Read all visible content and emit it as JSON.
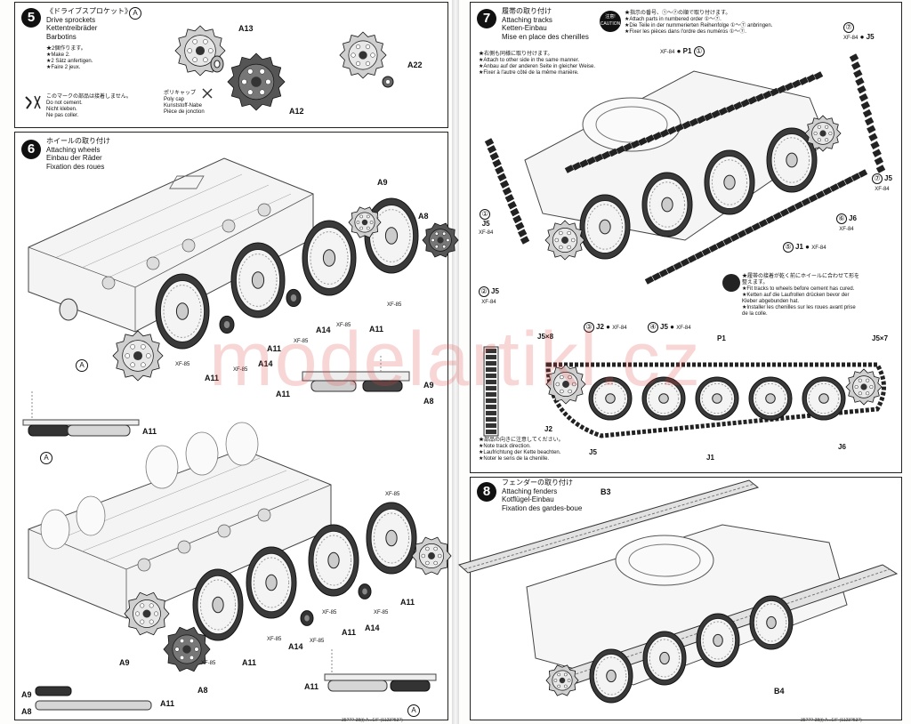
{
  "watermark": "modelartikl.cz",
  "step5": {
    "number": "5",
    "title": "《ドライブスプロケット》\nDrive sprockets\nKettentreibräder\nBarbotins",
    "mark": "A",
    "make_note": "★2個作ります。\n★Make 2.\n★2 Sätz anfertigen.\n★Faire 2 jeux.",
    "cement_note": "このマークの部品は接着しません。\nDo not cement.\nNicht kleben.\nNe pas coller.",
    "polycap_note": "ポリキャップ\nPoly cap\nKunststoff-Nabe\nPièce de jonction",
    "labels": [
      "A13",
      "A12",
      "A22"
    ]
  },
  "step6": {
    "number": "6",
    "title": "ホイールの取り付け\nAttaching wheels\nEinbau der Räder\nFixation des roues",
    "labels": {
      "a9": "A9",
      "a8": "A8",
      "a11": "A11",
      "a14": "A14",
      "xf85": "XF-85",
      "mark_a": "A"
    }
  },
  "step7": {
    "number": "7",
    "title": "履帯の取り付け\nAttaching tracks\nKetten-Einbau\nMise en place des chenilles",
    "caution_label": "注意!\nCAUTION",
    "caution_text": "★指示の番号、①〜⑦の順で取り付けます。\n★Attach parts in numbered order ①〜⑦.\n★Die Teile in der nummerierten Reihenfolge ①〜⑦ anbringen.\n★Fixer les pièces dans l'ordre des numéros ①〜⑦.",
    "other_side": "★右側も同様に取り付けます。\n★Attach to other side in the same manner.\n★Anbau auf der anderen Seite in gleicher Weise.\n★Fixer à l'autre côté de la même manière.",
    "fit_note": "★履帯の接着が乾く前にホイールに合わせて形を\n整えます。\n★Fit tracks to wheels before cement has cured.\n★Ketten auf die Laufrollen drücken bevor der\nKleber abgebunden hat.\n★Installer les chenilles sur les roues avant prise\nde la colle.",
    "direction_note": "★部品の向きに注意してください。\n★Note track direction.\n★Laufrichtung der Kette beachten.\n★Noter le sens de la chenille.",
    "parts": {
      "p1": "P1",
      "j1": "J1",
      "j2": "J2",
      "j5": "J5",
      "j6": "J6",
      "xf84": "XF-84",
      "j5x8": "J5×8",
      "j5x7": "J5×7",
      "n1": "①",
      "n2": "②",
      "n3": "③",
      "n4": "④",
      "n5": "⑤",
      "n6": "⑥",
      "n7": "⑦"
    }
  },
  "step8": {
    "number": "8",
    "title": "フェンダーの取り付け\nAttaching fenders\nKotflügel-Einbau\nFixation des gardes-boue",
    "labels": {
      "b3": "B3",
      "b4": "B4"
    }
  },
  "footer": {
    "left": "35???·38(t) A...E/F (1123?53?)",
    "right": "35???·38(t) A...E/F (1123?53?)"
  }
}
